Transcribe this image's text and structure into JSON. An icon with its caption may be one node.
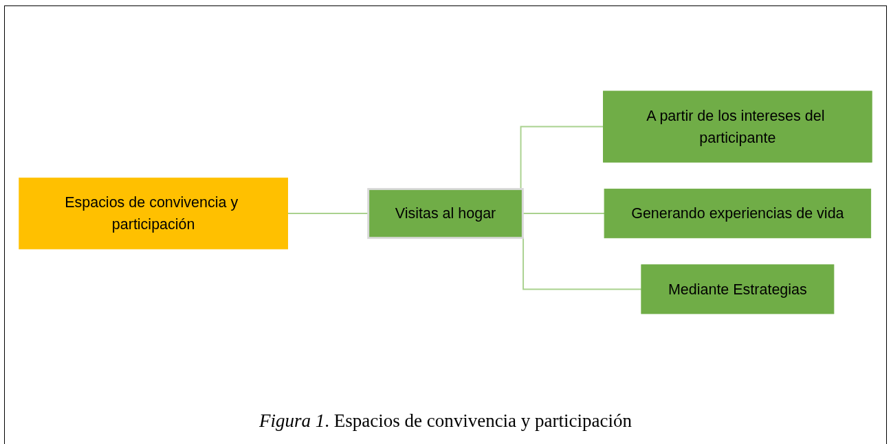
{
  "diagram": {
    "caption": "*Figura 1*. Espacios de convivencia y participación",
    "nodes": [
      {
        "text": [
          "Espacios de convivencia y participación"
        ]
      },
      {
        "text": [
          "Visitas al hogar"
        ]
      },
      {
        "text": [
          "A partir de los intereses del participante"
        ]
      },
      {
        "text": [
          "Generando experiencias de vida"
        ]
      },
      {
        "text": [
          "Mediante Estrategias"
        ]
      }
    ],
    "edges": [
      {
        "from": 0,
        "to": 1,
        "arrow": "none"
      },
      {
        "from": 1,
        "to": 2,
        "arrow": "none"
      },
      {
        "from": 1,
        "to": 3,
        "arrow": "none"
      },
      {
        "from": 1,
        "to": 4,
        "arrow": "none"
      }
    ]
  }
}
